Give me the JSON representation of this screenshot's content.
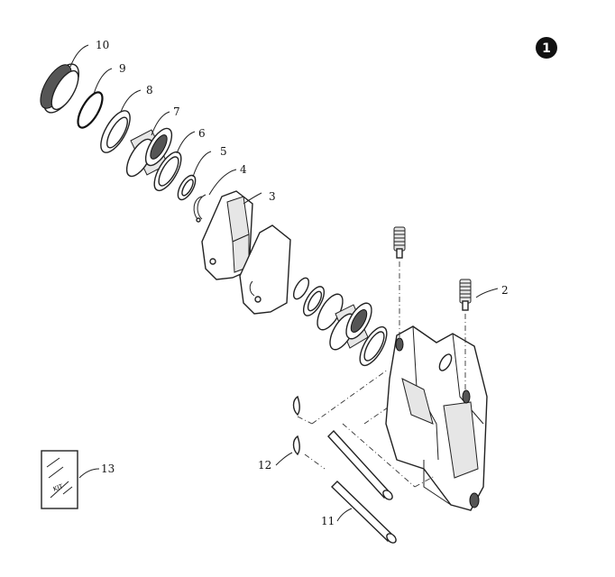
{
  "diagram": {
    "badge": "1",
    "callouts": {
      "c2": "2",
      "c3": "3",
      "c4": "4",
      "c5": "5",
      "c6": "6",
      "c7": "7",
      "c8": "8",
      "c9": "9",
      "c10": "10",
      "c11": "11",
      "c12": "12",
      "c13": "13"
    },
    "kit_label": "KIT"
  }
}
